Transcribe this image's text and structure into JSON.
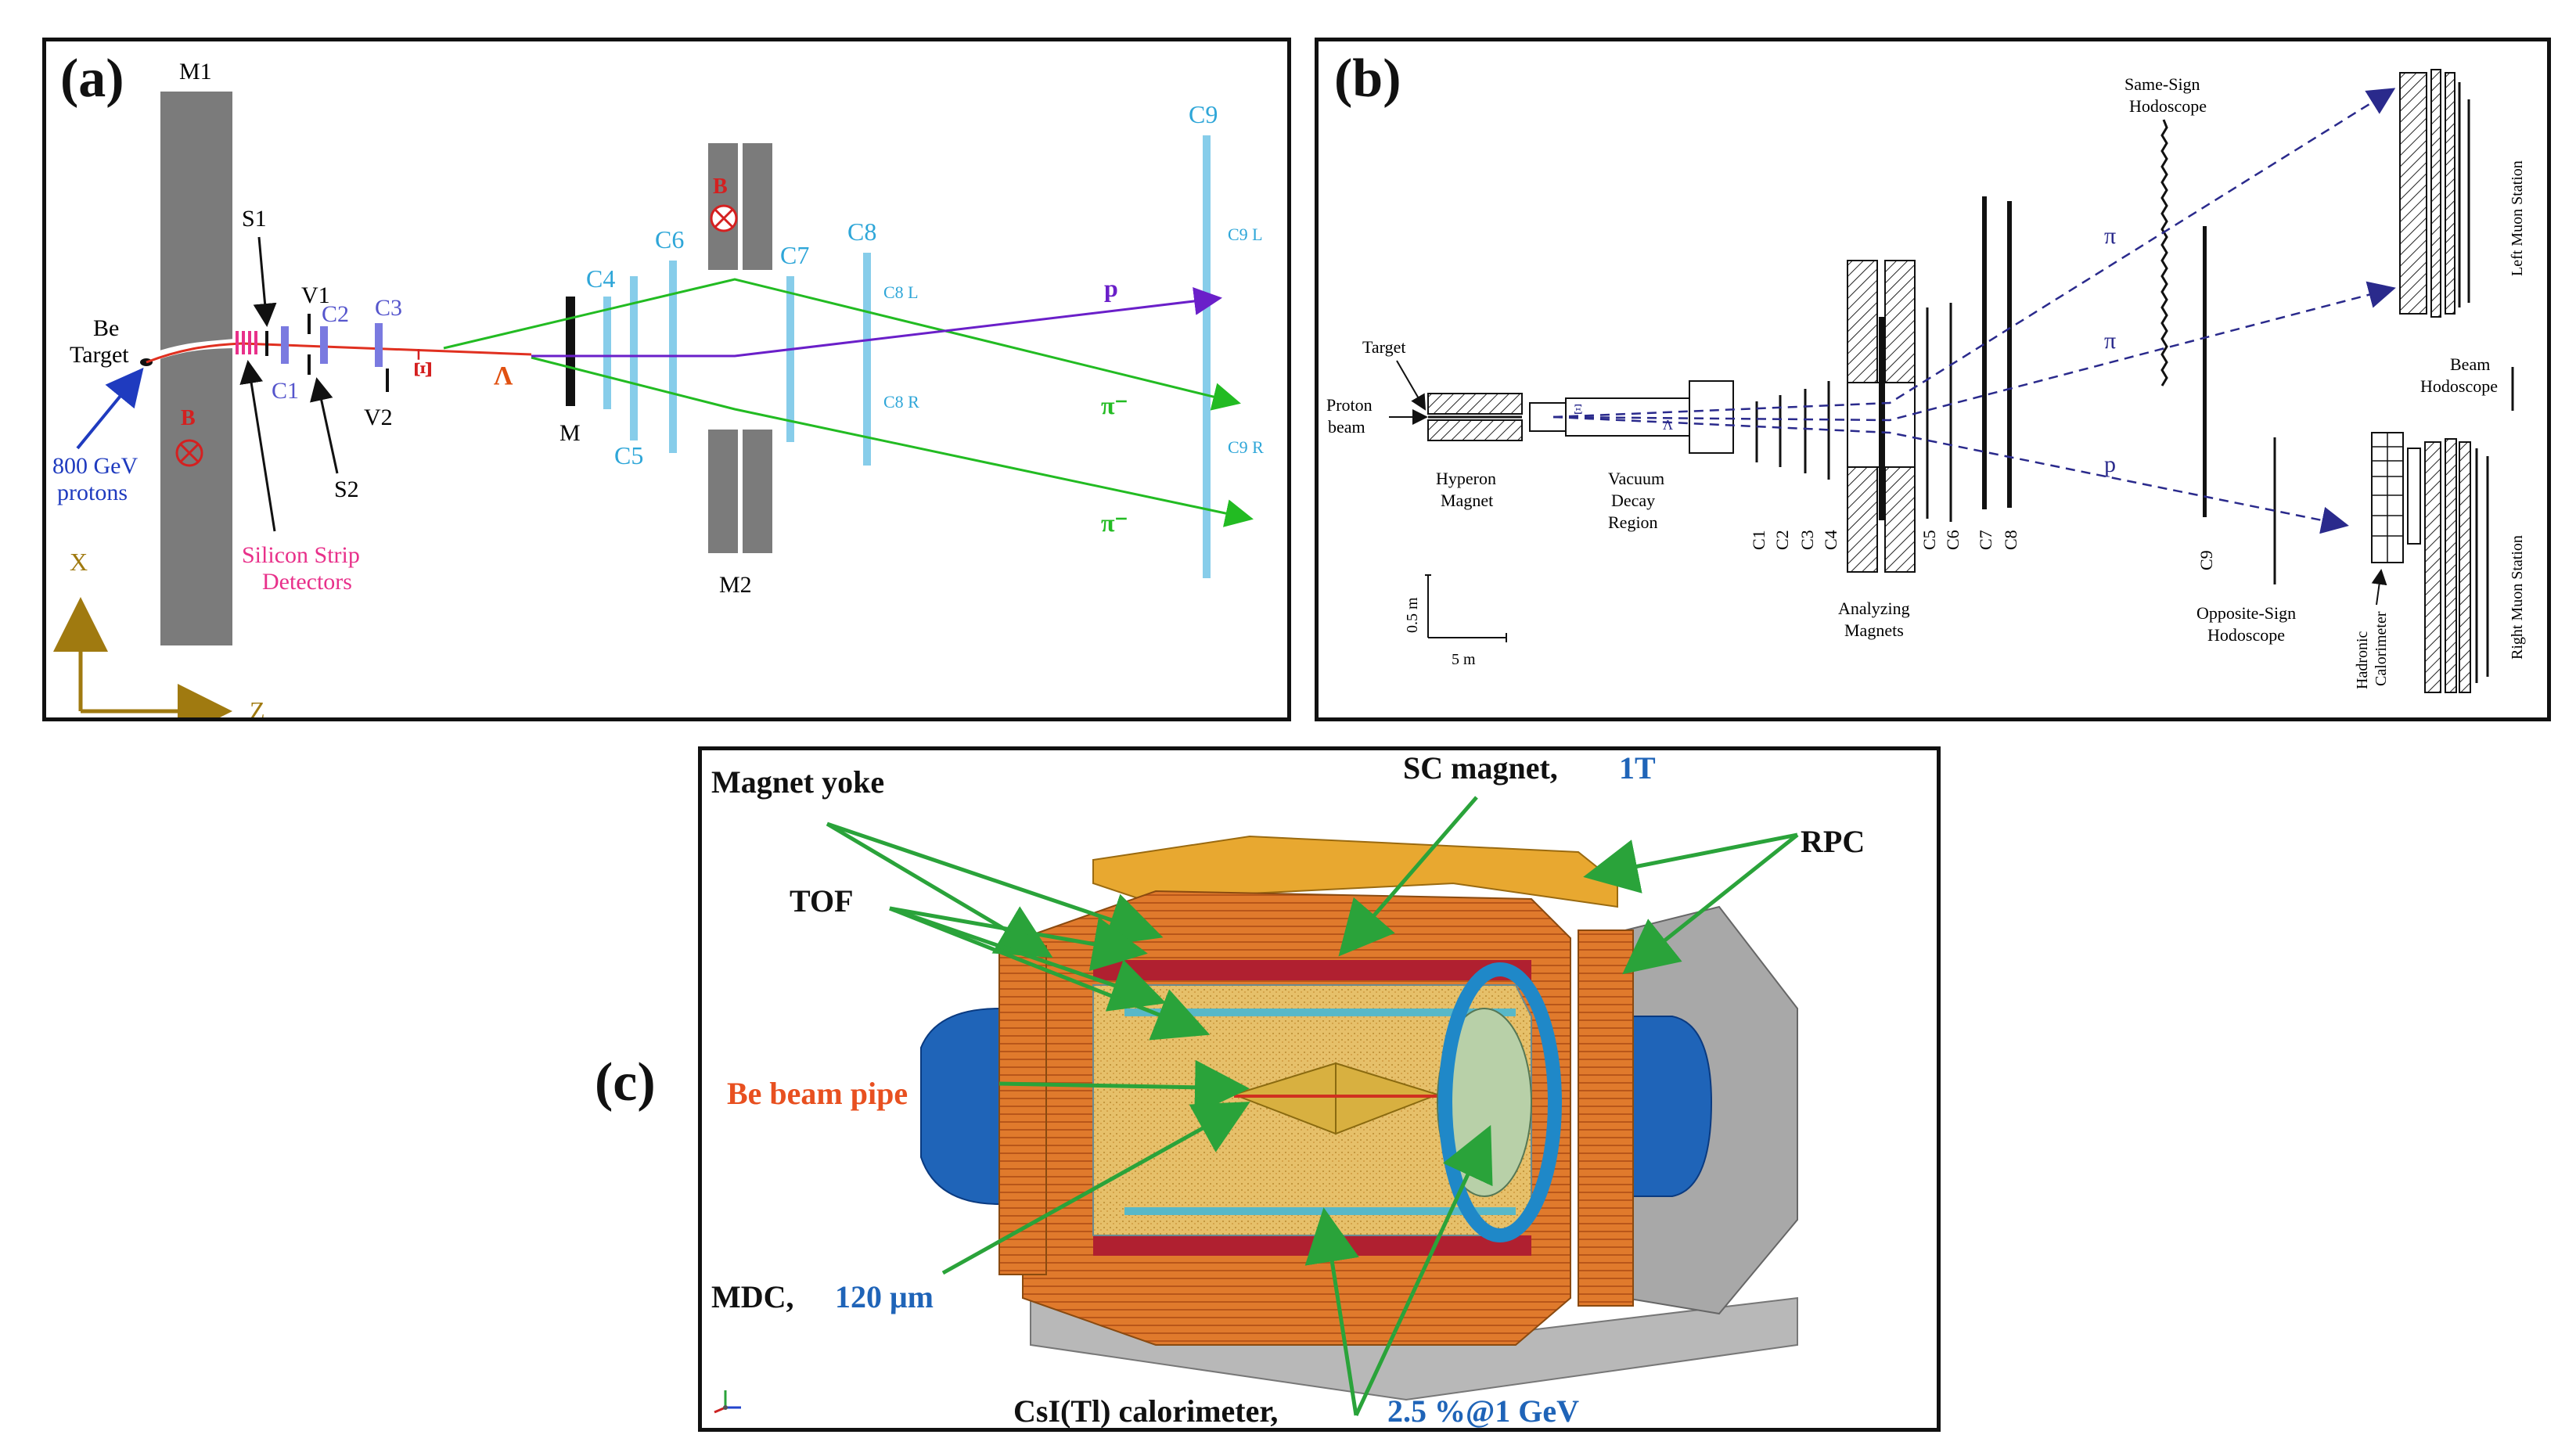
{
  "panel_a": {
    "label": "(a)",
    "m1": "M1",
    "m2": "M2",
    "m": "M",
    "s1": "S1",
    "s2": "S2",
    "v1": "V1",
    "v2": "V2",
    "be": "Be",
    "target": "Target",
    "gev": "800 GeV",
    "protons": "protons",
    "b": "B",
    "silicon": "Silicon Strip",
    "detectors": "Detectors",
    "c1": "C1",
    "c2": "C2",
    "c3": "C3",
    "c4": "C4",
    "c5": "C5",
    "c6": "C6",
    "c7": "C7",
    "c8": "C8",
    "c9": "C9",
    "c8l": "C8 L",
    "c8r": "C8 R",
    "c9l": "C9 L",
    "c9r": "C9 R",
    "xi": "Ξ⁻",
    "lambda": "Λ",
    "p": "p",
    "pi": "π⁻",
    "x_axis": "X",
    "z_axis": "Z",
    "colors": {
      "chamber": "#87cdea",
      "silicon": "#e8308a",
      "track_green": "#22bb22",
      "track_purple": "#6a1fc9",
      "beam": "#e03020",
      "magnet": "#7b7b7b",
      "axis": "#a07a10",
      "blue_label": "#1f3bbf",
      "c_label": "#2ea6d8",
      "red": "#d42020"
    }
  },
  "panel_b": {
    "label": "(b)",
    "same_sign_1": "Same-Sign",
    "same_sign_2": "Hodoscope",
    "left_muon": "Left Muon Station",
    "right_muon": "Right Muon Station",
    "beam_1": "Beam",
    "beam_2": "Hodoscope",
    "target": "Target",
    "proton_1": "Proton",
    "proton_2": "beam",
    "hyperon_1": "Hyperon",
    "hyperon_2": "Magnet",
    "vac_1": "Vacuum",
    "vac_2": "Decay",
    "vac_3": "Region",
    "xi": "Ξ",
    "lambda": "Λ",
    "c1": "C1",
    "c2": "C2",
    "c3": "C3",
    "c4": "C4",
    "c5": "C5",
    "c6": "C6",
    "c7": "C7",
    "c8": "C8",
    "c9": "C9",
    "analyzing_1": "Analyzing",
    "analyzing_2": "Magnets",
    "opposite_1": "Opposite-Sign",
    "opposite_2": "Hodoscope",
    "hadronic": "Hadronic",
    "calorimeter": "Calorimeter",
    "pi": "π",
    "p": "p",
    "scale_v": "0.5 m",
    "scale_h": "5 m",
    "colors": {
      "dash": "#2a2a8c"
    }
  },
  "panel_c": {
    "label": "(c)",
    "magnet_yoke": "Magnet yoke",
    "sc_magnet": "SC magnet,",
    "sc_value": "1T",
    "rpc": "RPC",
    "tof": "TOF",
    "beam_pipe": "Be beam pipe",
    "mdc": "MDC,",
    "mdc_value": "120 μm",
    "csi": "CsI(Tl) calorimeter,",
    "csi_value": "2.5 %@1 GeV",
    "colors": {
      "arrow": "#2aa33a",
      "orange": "#e07a2c",
      "blue": "#1f64b8",
      "pipe_label": "#e85020",
      "yoke": "#c8a050",
      "grey": "#a8a8a8"
    }
  }
}
